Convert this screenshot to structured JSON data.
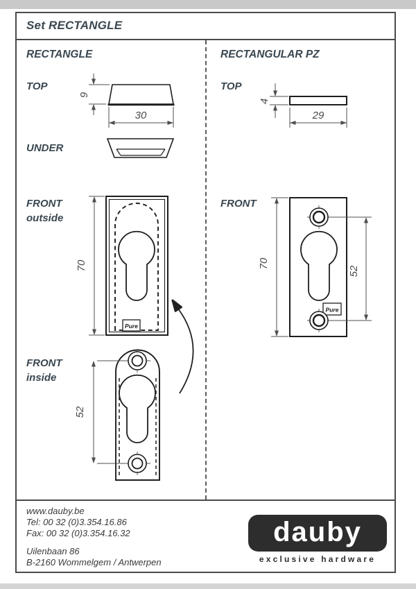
{
  "header": {
    "title": "Set RECTANGLE"
  },
  "left": {
    "heading": "RECTANGLE",
    "label_top": "TOP",
    "label_under": "UNDER",
    "label_front_outside_1": "FRONT",
    "label_front_outside_2": "outside",
    "label_front_inside_1": "FRONT",
    "label_front_inside_2": "inside"
  },
  "right": {
    "heading": "RECTANGULAR PZ",
    "label_top": "TOP",
    "label_front": "FRONT"
  },
  "dims": {
    "left_top_height": "9",
    "left_top_width": "30",
    "left_front_height": "70",
    "left_hole_spacing": "52",
    "right_top_height": "4",
    "right_top_width": "29",
    "right_front_height": "70",
    "right_hole_spacing": "52"
  },
  "stamp": {
    "label": "Pure"
  },
  "footer": {
    "website": "www.dauby.be",
    "tel": "Tel: 00 32 (0)3.354.16.86",
    "fax": "Fax: 00 32 (0)3.354.16.32",
    "address1": "Uilenbaan 86",
    "address2": "B-2160 Wommelgem / Antwerpen",
    "brand": "dauby",
    "tagline": "exclusive hardware"
  },
  "colors": {
    "heading_text": "#3a4750",
    "frame_border": "#4a4a4a",
    "drawing_line": "#1d1d1d",
    "dimension": "#4a4a4a",
    "brand_background": "#2d2d2d"
  }
}
